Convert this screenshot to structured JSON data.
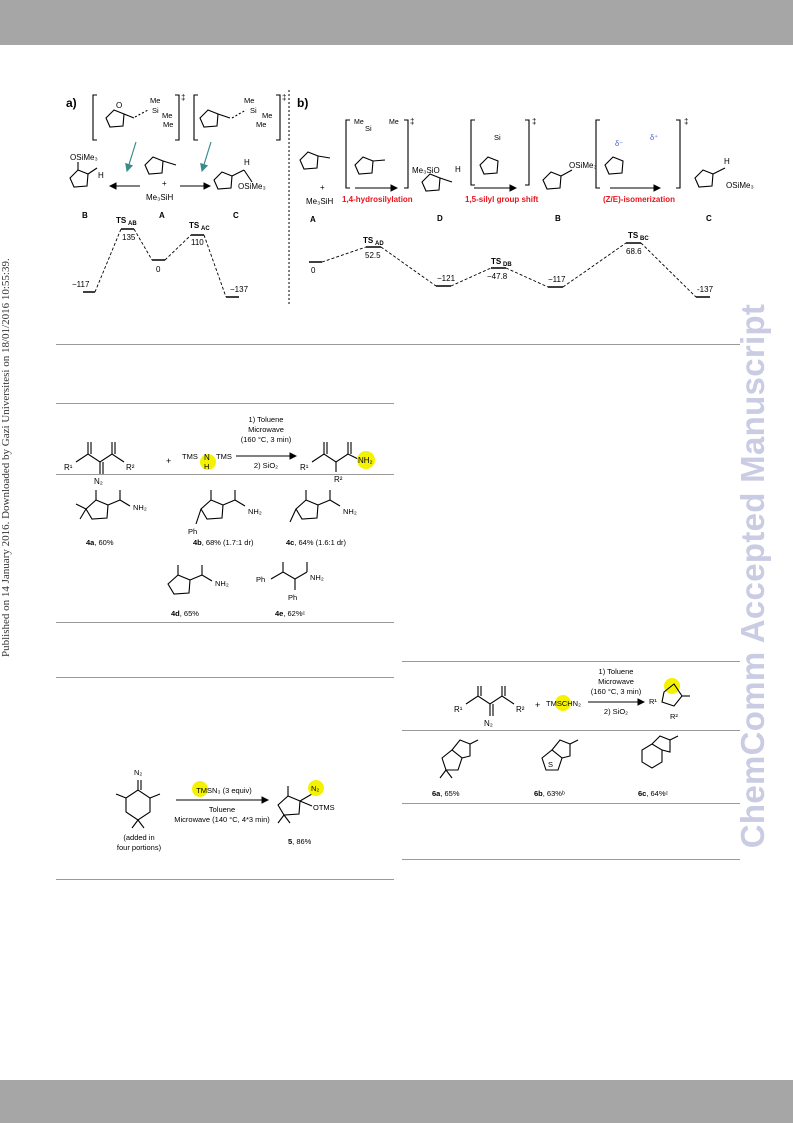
{
  "side_text": {
    "published": "Published on 14 January 2016. Downloaded by Gazi Universitesi on 18/01/2016 10:55:39.",
    "watermark": "ChemComm Accepted Manuscript"
  },
  "figure_energy": {
    "panel_a": {
      "label": "a)",
      "reagents": [
        "Me",
        "Si",
        "Me",
        "Me",
        "Me₃SiH",
        "+",
        "OSiMe₃",
        "H",
        "O",
        "‡"
      ],
      "compound_labels": [
        "B",
        "A",
        "C"
      ],
      "ts_labels": [
        "TS",
        "AB",
        "TS",
        "AC"
      ],
      "energies": [
        "135",
        "110",
        "0",
        "−117",
        "−137"
      ]
    },
    "panel_b": {
      "label": "b)",
      "reagents": [
        "Me₃SiH",
        "+",
        "Me₃SiO",
        "OSiMe₃",
        "H",
        "Si",
        "Me",
        "δ⁻",
        "δ⁺",
        "‡"
      ],
      "steps": [
        "1,4-hydrosilylation",
        "1,5-silyl group shift",
        "(Z/E)-isomerization"
      ],
      "compound_labels": [
        "A",
        "D",
        "B",
        "C"
      ],
      "ts_labels": [
        "TS",
        "AD",
        "TS",
        "DB",
        "TS",
        "BC"
      ],
      "energies": [
        "52.5",
        "−47.8",
        "68.6",
        "0",
        "−121",
        "−117",
        "-137"
      ]
    }
  },
  "scheme_amides": {
    "reagent": "TMS",
    "reagent_center": "N",
    "reagent_h": "H",
    "plus": "+",
    "n2": "N₂",
    "r1": "R¹",
    "r2": "R²",
    "conditions": [
      "1) Toluene",
      "Microwave",
      "(160 °C, 3 min)",
      "2) SiO₂"
    ],
    "product_group": "NH₂",
    "products": [
      {
        "id": "4a",
        "yield": ", 60%"
      },
      {
        "id": "4b",
        "yield": ", 68% (1.7:1 dr)"
      },
      {
        "id": "4c",
        "yield": ", 64% (1.6:1 dr)"
      },
      {
        "id": "4d",
        "yield": ", 65%"
      },
      {
        "id": "4e",
        "yield": ", 62%ᶜ"
      }
    ],
    "substituents": [
      "Ph",
      "Ph",
      "Ph"
    ]
  },
  "scheme_azide": {
    "reagent": "TMSN₃ (3 equiv)",
    "conditions": [
      "Toluene",
      "Microwave (140 °C, 4*3 min)"
    ],
    "note": [
      "(added in",
      "four portions)"
    ],
    "n2": "N₂",
    "product_groups": [
      "N₂",
      "OTMS"
    ],
    "product": {
      "id": "5",
      "yield": ", 86%"
    }
  },
  "scheme_furanones": {
    "reagent": "TMSCHN₂",
    "plus": "+",
    "n2": "N₂",
    "r1": "R¹",
    "r2": "R²",
    "conditions": [
      "1) Toluene",
      "Microwave",
      "(160 °C, 3 min)",
      "2) SiO₂"
    ],
    "products": [
      {
        "id": "6a",
        "yield": ", 65%"
      },
      {
        "id": "6b",
        "yield": ", 63%ᵇ"
      },
      {
        "id": "6c",
        "yield": ", 64%ᶜ"
      }
    ],
    "heteroatom": "S"
  },
  "colors": {
    "highlight": "#f4f200",
    "step_red": "#e8141b",
    "arrow_teal": "#3a8c8c",
    "watermark": "#c9cce2",
    "bar": "#a6a6a6"
  }
}
